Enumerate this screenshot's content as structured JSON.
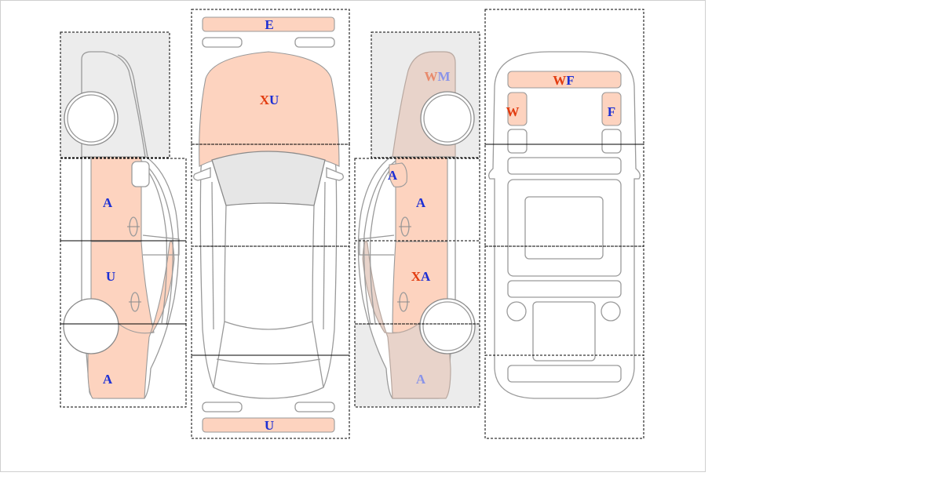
{
  "colors": {
    "damage": "#fdd3bf",
    "damage_faded": "#e8d3ca",
    "inactive_zone": "#ececec",
    "code_x": "#e23c10",
    "code_w": "#e23c10",
    "code_blue": "#1d2fd4",
    "code_faded_red": "#e88a6c",
    "code_faded_blue": "#8a94e8"
  },
  "icons": [
    "car-left-side-icon",
    "car-top-view-icon",
    "car-right-side-icon",
    "car-interior-plan-icon"
  ],
  "labels": {
    "left_front_door": [
      "A"
    ],
    "left_rear_door": [
      "U"
    ],
    "left_rear_quarter": [
      "A"
    ],
    "front_bumper": [
      "E"
    ],
    "hood": [
      "X",
      "U"
    ],
    "rear_bumper": [
      "U"
    ],
    "right_roof_rail": [
      "W",
      "M"
    ],
    "right_mirror": [
      "A"
    ],
    "right_front_door": [
      "A"
    ],
    "right_rear_door": [
      "X",
      "A"
    ],
    "right_rear_quarter": [
      "A"
    ],
    "windshield": [
      "W",
      "F"
    ],
    "left_pillar_glass": [
      "W"
    ],
    "right_pillar_glass": [
      "F"
    ]
  }
}
